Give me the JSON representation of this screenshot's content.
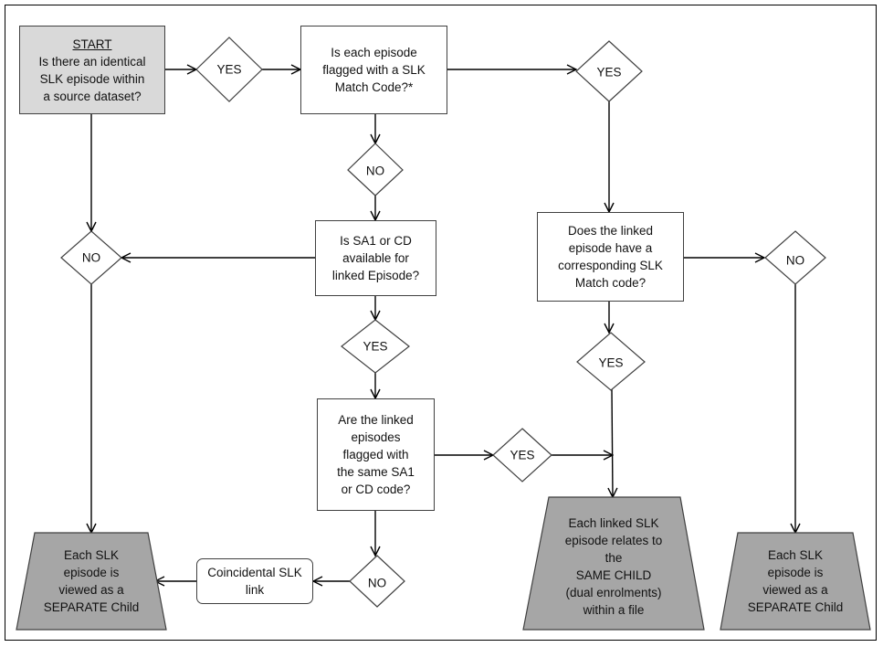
{
  "nodes": {
    "start": {
      "lines": [
        "START",
        "Is there an identical",
        "SLK episode within",
        "a source dataset?"
      ]
    },
    "q_flagged": {
      "lines": [
        "Is each episode",
        "flagged with a SLK",
        "Match Code?*"
      ]
    },
    "q_sa1": {
      "lines": [
        "Is SA1 or CD",
        "available for",
        "linked Episode?"
      ]
    },
    "q_same_code": {
      "lines": [
        "Are the linked",
        "episodes",
        "flagged with",
        "the same SA1",
        "or CD code?"
      ]
    },
    "q_corresponding": {
      "lines": [
        "Does the linked",
        "episode have a",
        "corresponding SLK",
        "Match code?"
      ]
    },
    "coincidental": {
      "lines": [
        "Coincidental SLK",
        "link"
      ]
    },
    "out_separate_left": {
      "lines": [
        "Each SLK",
        "episode is",
        "viewed as a",
        "SEPARATE Child"
      ]
    },
    "out_same_child": {
      "lines": [
        "Each linked SLK",
        "episode relates to",
        "the",
        "SAME CHILD",
        "(dual enrolments)",
        "within a file"
      ]
    },
    "out_separate_right": {
      "lines": [
        "Each SLK",
        "episode is",
        "viewed as a",
        "SEPARATE Child"
      ]
    }
  },
  "decisions": {
    "d_yes_start": "YES",
    "d_yes_right": "YES",
    "d_no_flagged": "NO",
    "d_no_left": "NO",
    "d_yes_sa1": "YES",
    "d_no_right": "NO",
    "d_yes_corr": "YES",
    "d_yes_same": "YES",
    "d_no_same": "NO"
  },
  "colors": {
    "line": "#000000",
    "box_border": "#404040",
    "start_fill": "#d9d9d9",
    "terminal_fill": "#a6a6a6"
  }
}
